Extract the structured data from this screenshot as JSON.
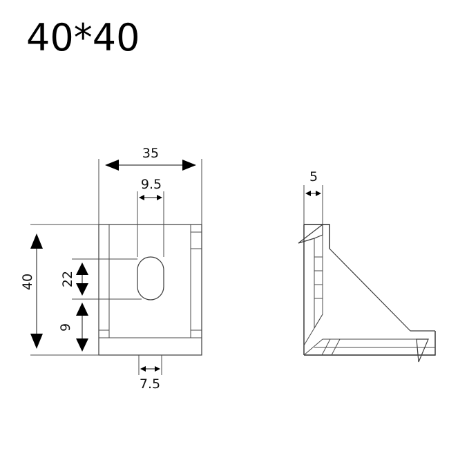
{
  "title": "40*40",
  "front_view": {
    "dim_width": "35",
    "dim_slot_width": "9.5",
    "dim_height": "40",
    "dim_slot_length": "22",
    "dim_slot_offset": "9",
    "dim_tab_width": "7.5"
  },
  "side_view": {
    "dim_thickness": "5"
  }
}
